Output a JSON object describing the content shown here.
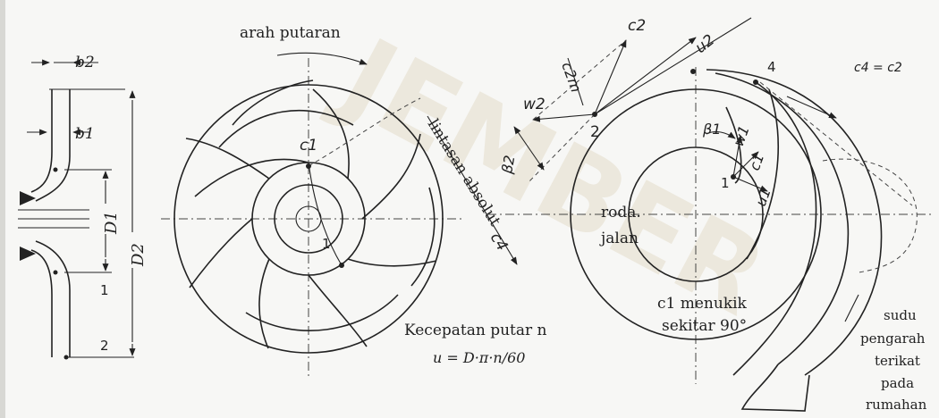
{
  "colors": {
    "ink": "#222222",
    "paper": "#f7f7f5",
    "watermark": "#c9b68a"
  },
  "watermark": {
    "text": "JEMBER"
  },
  "section": {
    "b2": "b2",
    "b1": "b1",
    "D1": "D1",
    "D2": "D2",
    "point1": "1",
    "point2": "2"
  },
  "front": {
    "rotation_label": "arah putaran",
    "c1": "c1",
    "point1": "1",
    "path_label": "lintasan absolut",
    "c4": "c4",
    "speed_label": "Kecepatan putar n",
    "formula": "u = D·π·n/60"
  },
  "velocity": {
    "c2": "c2",
    "u2": "u2",
    "c2m": "c2m",
    "w2": "w2",
    "point2": "2",
    "point1": "1",
    "point4": "4",
    "beta1": "β1",
    "beta2": "β2",
    "w1": "w1",
    "c1": "c1",
    "u1": "u1",
    "c4_eq_c2": "c4 = c2",
    "runner_line1": "roda.",
    "runner_line2": "jalan",
    "c1_label_line1": "c1 menukik",
    "c1_label_line2": "sekitar 90°",
    "vane_line1": "sudu",
    "vane_line2": "pengarah",
    "vane_line3": "terikat",
    "vane_line4": "pada",
    "vane_line5": "rumahan"
  }
}
